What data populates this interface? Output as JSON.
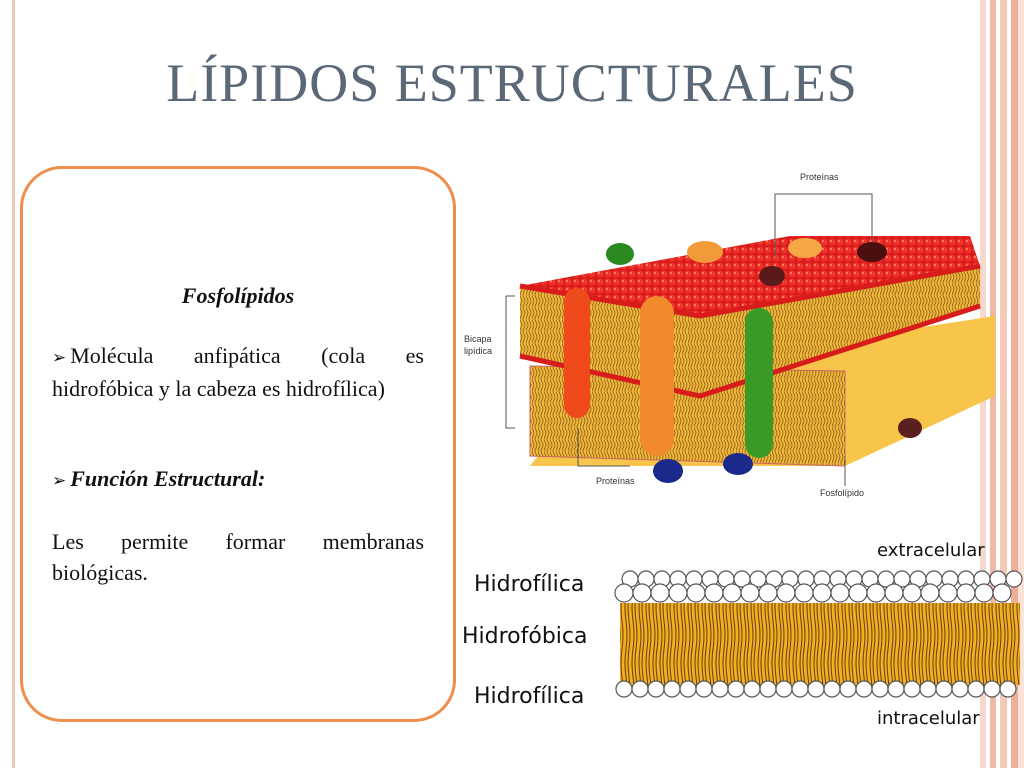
{
  "slide": {
    "title": "LÍPIDOS ESTRUCTURALES",
    "textbox": {
      "heading": "Fosfolípidos",
      "bullet1": "Molécula anfipática (cola es hidrofóbica y la cabeza es hidrofílica)",
      "bullet2": "Función Estructural:",
      "paragraph": "Les permite formar membranas biológicas."
    },
    "membrane_diagram": {
      "label_top": "Proteínas",
      "label_side_1": "Bicapa",
      "label_side_2": "lipídica",
      "label_bottom_left": "Proteínas",
      "label_bottom_right": "Fosfolípido"
    },
    "bilayer_diagram": {
      "top_label": "Hidrofílica",
      "middle_label": "Hidrofóbica",
      "bottom_label": "Hidrofílica",
      "extra_label": "extracelular",
      "intra_label": "intracelular"
    }
  },
  "colors": {
    "title": "#5a6878",
    "box_border": "#ee8e4f",
    "heads_red": "#e11f1f",
    "tails_gold": "#e9a52a"
  },
  "icons": {
    "bullet": "arrow-bullet-icon"
  }
}
